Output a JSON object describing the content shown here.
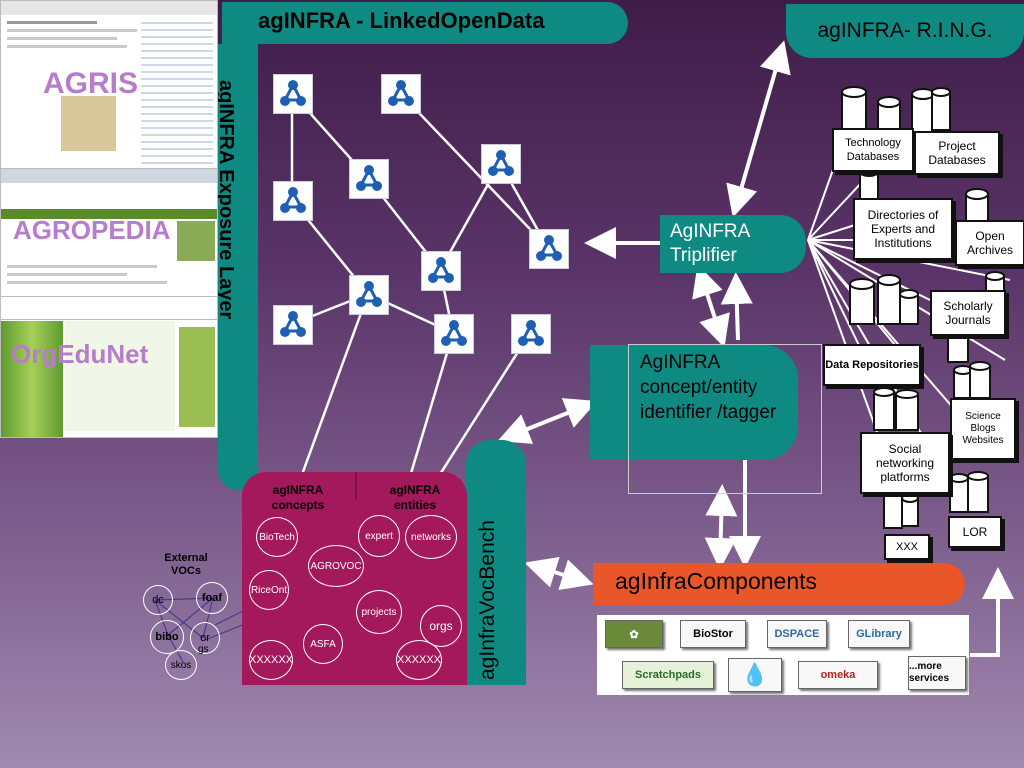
{
  "titles": {
    "lod": "agINFRA  - LinkedOpenData",
    "exposure": "agINFRA Exposure Layer",
    "ring": "agINFRA- R.I.N.G.",
    "triplifier": "AgINFRA Triplifier",
    "tagger": "AgINFRA concept/entity identifier /tagger",
    "vocbench": "agInfraVocBench",
    "components": "agInfraComponents"
  },
  "portals": {
    "agris": "AGRIS",
    "agropedia": "AGROPEDIA",
    "orgedunet": "OrgEduNet"
  },
  "vocab": {
    "concepts_label": "agINFRA concepts",
    "entities_label": "agINFRA entities",
    "concepts": [
      "BioTech",
      "AGROVOC",
      "RiceOnt",
      "ASFA",
      "XXXXXX"
    ],
    "entities": [
      "expert",
      "networks",
      "projects",
      "orgs",
      "XXXXXX"
    ]
  },
  "external": {
    "label": "External VOCs",
    "items": [
      "dc",
      "foaf",
      "bibo",
      "or",
      "gs",
      "skos"
    ]
  },
  "sources": [
    "Technology Databases",
    "Project Databases",
    "Directories of Experts and Institutions",
    "Open Archives",
    "Scholarly Journals",
    "Data Repositories",
    "Science Blogs Websites",
    "Social networking platforms",
    "LOR",
    "XXX"
  ],
  "component_logos": [
    "BioStor",
    "DSPACE",
    "GLibrary",
    "Scratchpads",
    "omeka",
    "...more services"
  ],
  "colors": {
    "teal": "#0f8a83",
    "magenta": "#a3195b",
    "orange": "#e8562a",
    "node_blue": "#1f5fb3"
  }
}
